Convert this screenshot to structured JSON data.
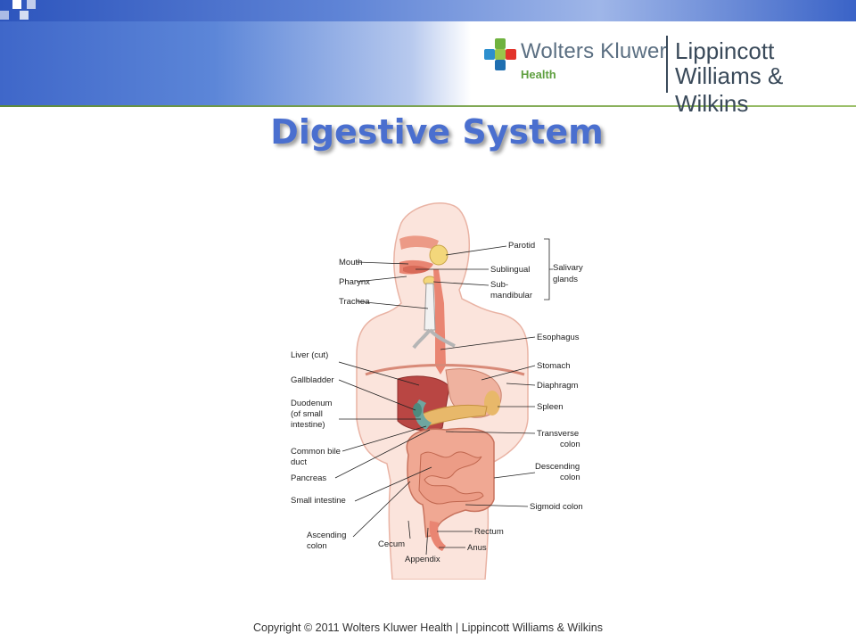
{
  "slide": {
    "title": "Digestive System",
    "footer": "Copyright © 2011 Wolters Kluwer Health | Lippincott Williams & Wilkins"
  },
  "logo": {
    "company": "Wolters Kluwer",
    "division": "Health",
    "imprint_line1": "Lippincott",
    "imprint_line2": "Williams & Wilkins"
  },
  "labels": {
    "parotid": "Parotid",
    "mouth": "Mouth",
    "sublingual": "Sublingual",
    "salivary1": "Salivary",
    "salivary2": "glands",
    "pharynx": "Pharynx",
    "submandibular1": "Sub-",
    "submandibular2": "mandibular",
    "trachea": "Trachea",
    "esophagus": "Esophagus",
    "liver": "Liver (cut)",
    "stomach": "Stomach",
    "gallbladder": "Gallbladder",
    "diaphragm": "Diaphragm",
    "duodenum1": "Duodenum",
    "duodenum2": "(of small",
    "duodenum3": "intestine)",
    "spleen": "Spleen",
    "transverse1": "Transverse",
    "transverse2": "colon",
    "commonbile1": "Common bile",
    "commonbile2": "duct",
    "descending1": "Descending",
    "descending2": "colon",
    "pancreas": "Pancreas",
    "smallint": "Small intestine",
    "sigmoid": "Sigmoid colon",
    "ascending1": "Ascending",
    "ascending2": "colon",
    "rectum": "Rectum",
    "cecum": "Cecum",
    "anus": "Anus",
    "appendix": "Appendix"
  },
  "colors": {
    "title": "#4a6fcf",
    "header_blue": "#3f67c9",
    "organ_pink": "#e9a08c",
    "liver_red": "#c0504d",
    "pancreas_gold": "#e8b86a",
    "gland_yellow": "#f3d77b"
  }
}
